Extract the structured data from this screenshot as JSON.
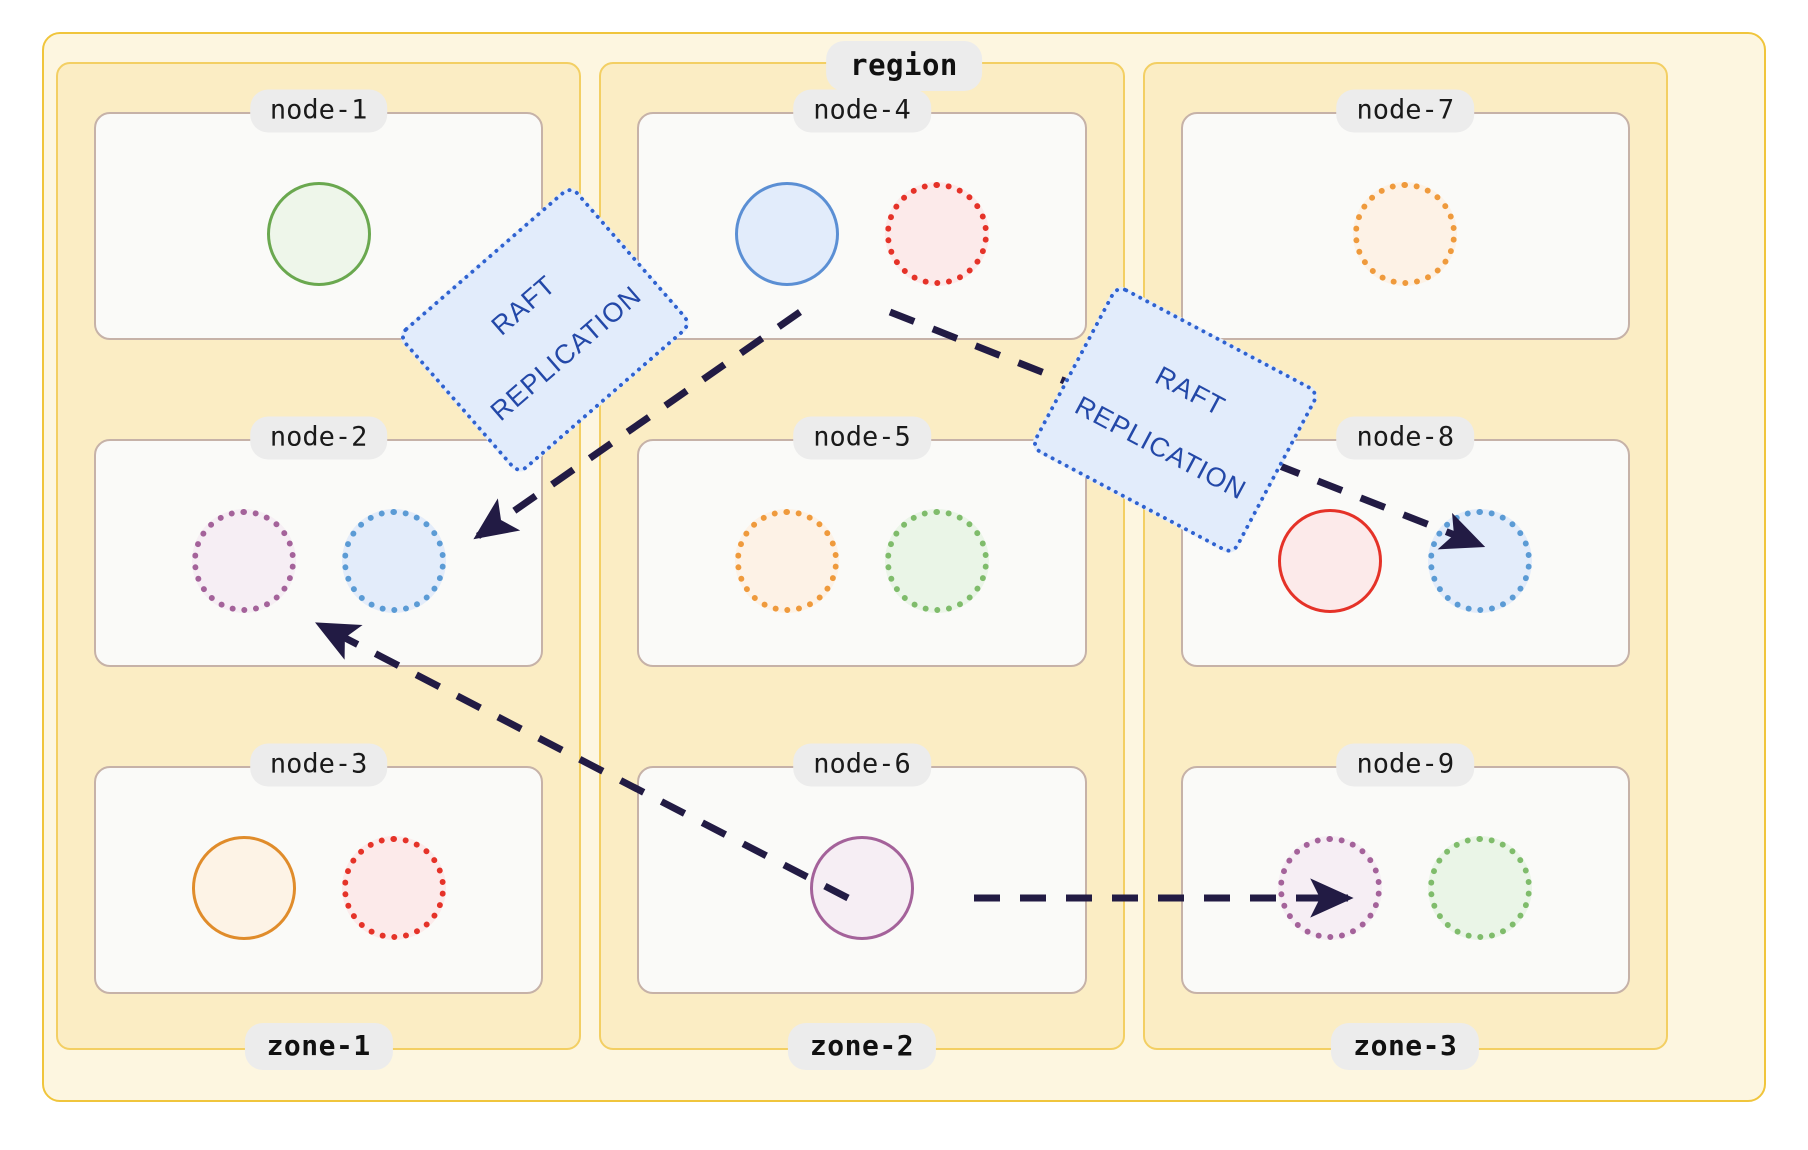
{
  "diagram": {
    "title": "region",
    "type": "distributed-database-topology"
  },
  "region": {
    "label": "region",
    "border_color": "#f0c53c",
    "fill_color": "#fdf6e0"
  },
  "zones": [
    {
      "label": "zone-1",
      "nodes": [
        {
          "label": "node-1",
          "replicas": [
            {
              "style": "solid",
              "color": "#6aa84f",
              "fill": "#eef6ea",
              "role": "leader"
            }
          ]
        },
        {
          "label": "node-2",
          "replicas": [
            {
              "style": "dotted",
              "color": "#a4629a",
              "fill": "#f6eef4",
              "role": "follower"
            },
            {
              "style": "dotted",
              "color": "#5b9bd5",
              "fill": "#e3ecfa",
              "role": "follower"
            }
          ]
        },
        {
          "label": "node-3",
          "replicas": [
            {
              "style": "solid",
              "color": "#e08c2b",
              "fill": "#fdf3e6",
              "role": "leader"
            },
            {
              "style": "dotted",
              "color": "#e53228",
              "fill": "#fceaea",
              "role": "follower"
            }
          ]
        }
      ]
    },
    {
      "label": "zone-2",
      "nodes": [
        {
          "label": "node-4",
          "replicas": [
            {
              "style": "solid",
              "color": "#5b8fd4",
              "fill": "#e2ecfb",
              "role": "leader"
            },
            {
              "style": "dotted",
              "color": "#e53228",
              "fill": "#fceaea",
              "role": "follower"
            }
          ]
        },
        {
          "label": "node-5",
          "replicas": [
            {
              "style": "dotted",
              "color": "#ef9a3c",
              "fill": "#fdf2e6",
              "role": "follower"
            },
            {
              "style": "dotted",
              "color": "#7fbc6b",
              "fill": "#eaf5e7",
              "role": "follower"
            }
          ]
        },
        {
          "label": "node-6",
          "replicas": [
            {
              "style": "solid",
              "color": "#a4629a",
              "fill": "#f6eef4",
              "role": "leader"
            }
          ]
        }
      ]
    },
    {
      "label": "zone-3",
      "nodes": [
        {
          "label": "node-7",
          "replicas": [
            {
              "style": "dotted",
              "color": "#ef9a3c",
              "fill": "#fdf2e6",
              "role": "follower"
            }
          ]
        },
        {
          "label": "node-8",
          "replicas": [
            {
              "style": "solid",
              "color": "#e53228",
              "fill": "#fceaea",
              "role": "leader"
            },
            {
              "style": "dotted",
              "color": "#5b9bd5",
              "fill": "#e3ecfa",
              "role": "follower"
            }
          ]
        },
        {
          "label": "node-9",
          "replicas": [
            {
              "style": "dotted",
              "color": "#a4629a",
              "fill": "#f6eef4",
              "role": "follower"
            },
            {
              "style": "dotted",
              "color": "#7fbc6b",
              "fill": "#eaf5e7",
              "role": "follower"
            }
          ]
        }
      ]
    }
  ],
  "edge_labels": [
    {
      "text": "RAFT\nREPLICATION",
      "line1": "RAFT",
      "line2": "REPLICATION"
    },
    {
      "text": "RAFT\nREPLICATION",
      "line1": "RAFT",
      "line2": "REPLICATION"
    }
  ],
  "edges": [
    {
      "from": "node-4-blue",
      "to": "node-2-blue",
      "style": "dashed",
      "color": "#221b44"
    },
    {
      "from": "node-4-blue",
      "to": "node-8-blue",
      "style": "dashed",
      "color": "#221b44"
    },
    {
      "from": "node-6-purple",
      "to": "node-2-purple",
      "style": "dashed",
      "color": "#221b44"
    },
    {
      "from": "node-6-purple",
      "to": "node-9-purple",
      "style": "dashed",
      "color": "#221b44"
    }
  ],
  "colors": {
    "region_border": "#f0c53c",
    "region_fill": "#fdf6e0",
    "zone_border": "#f3cf63",
    "zone_fill": "#fbedc4",
    "node_border": "#c6b2a8",
    "node_fill": "#fafaf8",
    "label_pill": "#ececec",
    "arrow": "#221b44",
    "raft_text": "#2348a8",
    "raft_fill": "#e2ecfb",
    "raft_border": "#2f62d0"
  }
}
